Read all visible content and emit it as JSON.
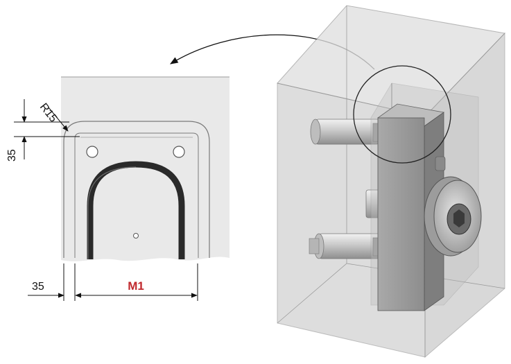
{
  "detail": {
    "radius_label": "R15",
    "vertical_dim_label": "35",
    "horizontal_dim_label": "35",
    "width_label": "M1"
  },
  "colors": {
    "panel_fill": "#e9e9e9",
    "panel_line": "#7a7a7a",
    "accent": "#c0282d",
    "box_fill": "#d6d6d6",
    "box_edge": "#8a8a8a",
    "tube": "#2a2a2a"
  }
}
